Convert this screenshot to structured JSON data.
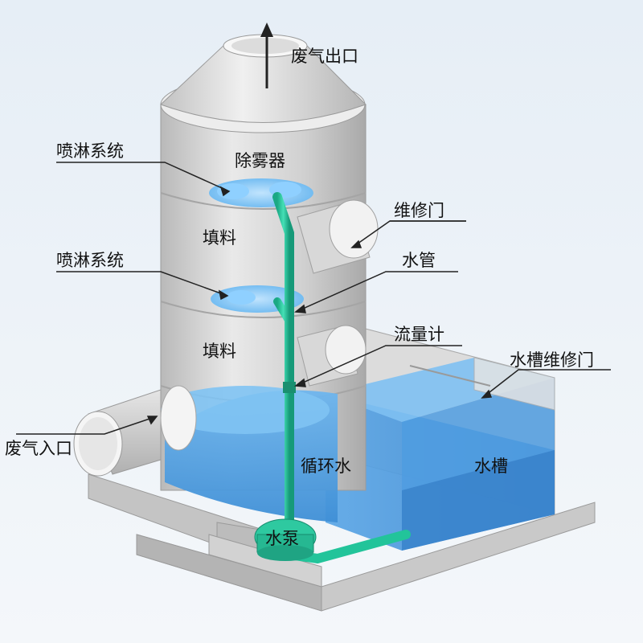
{
  "labels": {
    "exhaust_outlet": "废气出口",
    "spray_system_upper": "喷淋系统",
    "demister": "除雾器",
    "maintenance_door_upper": "维修门",
    "packing_upper": "填料",
    "spray_system_lower": "喷淋系统",
    "water_pipe": "水管",
    "packing_lower": "填料",
    "flow_meter": "流量计",
    "tank_maintenance_door": "水槽维修门",
    "exhaust_inlet": "废气入口",
    "circulating_water": "循环水",
    "water_tank": "水槽",
    "water_pump": "水泵"
  },
  "colors": {
    "background": "#dfe9f2",
    "tower": "#cfcfcf",
    "water": "#4d9ee0",
    "pipe": "#22c49a",
    "frame": "#bdbdbd",
    "text": "#111111"
  }
}
